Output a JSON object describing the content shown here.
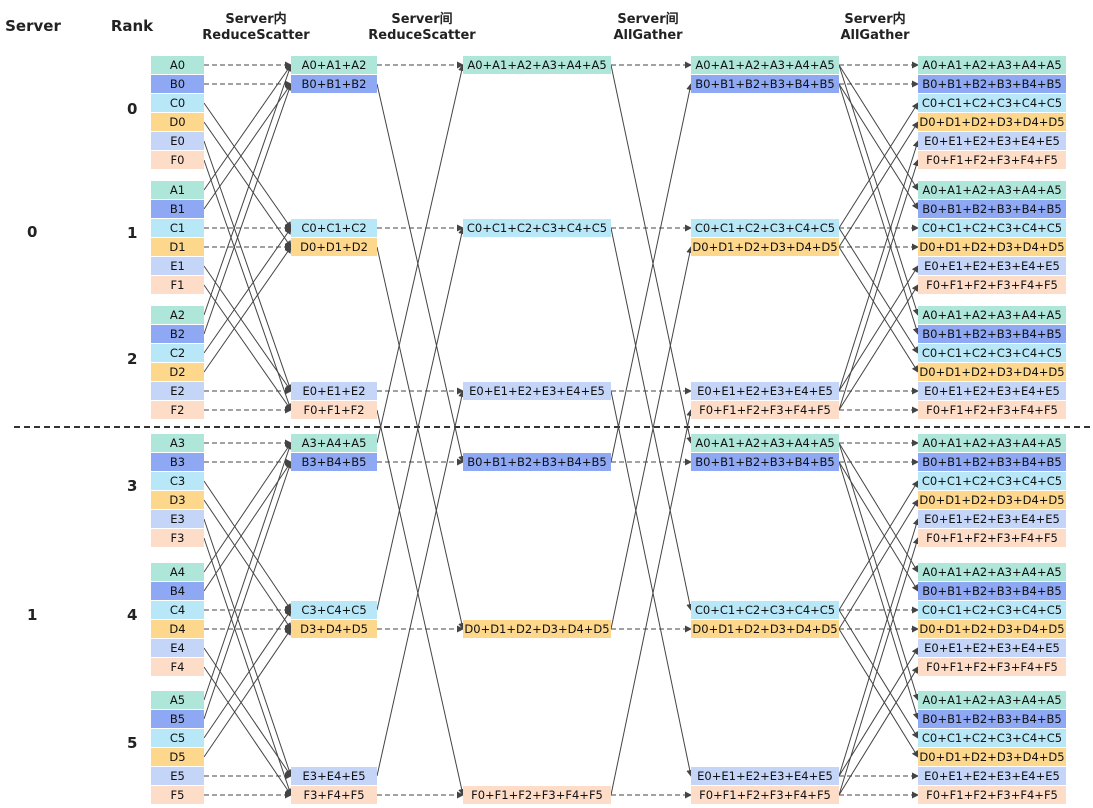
{
  "headers": {
    "server": "Server",
    "rank": "Rank",
    "stage1": [
      "Server内",
      "ReduceScatter"
    ],
    "stage2": [
      "Server间",
      "ReduceScatter"
    ],
    "stage3": [
      "Server间",
      "AllGather"
    ],
    "stage4": [
      "Server内",
      "AllGather"
    ]
  },
  "servers": [
    "0",
    "1"
  ],
  "ranks": [
    "0",
    "1",
    "2",
    "3",
    "4",
    "5"
  ],
  "colors": {
    "A": "#aee6da",
    "B": "#8ea8f4",
    "C": "#b8e8f8",
    "D": "#fdd78c",
    "E": "#c5d5f8",
    "F": "#fddcc8",
    "line": "#444444"
  },
  "columns": {
    "rank_data": [
      [
        "A0",
        "B0",
        "C0",
        "D0",
        "E0",
        "F0"
      ],
      [
        "A1",
        "B1",
        "C1",
        "D1",
        "E1",
        "F1"
      ],
      [
        "A2",
        "B2",
        "C2",
        "D2",
        "E2",
        "F2"
      ],
      [
        "A3",
        "B3",
        "C3",
        "D3",
        "E3",
        "F3"
      ],
      [
        "A4",
        "B4",
        "C4",
        "D4",
        "E4",
        "F4"
      ],
      [
        "A5",
        "B5",
        "C5",
        "D5",
        "E5",
        "F5"
      ]
    ],
    "intra_reduce_scatter": [
      {
        "rank": 0,
        "items": [
          [
            "A",
            "A0+A1+A2"
          ],
          [
            "B",
            "B0+B1+B2"
          ]
        ]
      },
      {
        "rank": 1,
        "items": [
          [
            "C",
            "C0+C1+C2"
          ],
          [
            "D",
            "D0+D1+D2"
          ]
        ]
      },
      {
        "rank": 2,
        "items": [
          [
            "E",
            "E0+E1+E2"
          ],
          [
            "F",
            "F0+F1+F2"
          ]
        ]
      },
      {
        "rank": 3,
        "items": [
          [
            "A",
            "A3+A4+A5"
          ],
          [
            "B",
            "B3+B4+B5"
          ]
        ]
      },
      {
        "rank": 4,
        "items": [
          [
            "C",
            "C3+C4+C5"
          ],
          [
            "D",
            "D3+D4+D5"
          ]
        ]
      },
      {
        "rank": 5,
        "items": [
          [
            "E",
            "E3+E4+E5"
          ],
          [
            "F",
            "F3+F4+F5"
          ]
        ]
      }
    ],
    "inter_reduce_scatter": [
      {
        "rank": 0,
        "row": 0,
        "color": "A",
        "label": "A0+A1+A2+A3+A4+A5"
      },
      {
        "rank": 1,
        "row": 2,
        "color": "C",
        "label": "C0+C1+C2+C3+C4+C5"
      },
      {
        "rank": 2,
        "row": 4,
        "color": "E",
        "label": "E0+E1+E2+E3+E4+E5"
      },
      {
        "rank": 3,
        "row": 1,
        "color": "B",
        "label": "B0+B1+B2+B3+B4+B5"
      },
      {
        "rank": 4,
        "row": 3,
        "color": "D",
        "label": "D0+D1+D2+D3+D4+D5"
      },
      {
        "rank": 5,
        "row": 5,
        "color": "F",
        "label": "F0+F1+F2+F3+F4+F5"
      }
    ],
    "inter_all_gather": [
      {
        "rank": 0,
        "items": [
          [
            "A",
            "A0+A1+A2+A3+A4+A5"
          ],
          [
            "B",
            "B0+B1+B2+B3+B4+B5"
          ]
        ]
      },
      {
        "rank": 1,
        "items": [
          [
            "C",
            "C0+C1+C2+C3+C4+C5"
          ],
          [
            "D",
            "D0+D1+D2+D3+D4+D5"
          ]
        ]
      },
      {
        "rank": 2,
        "items": [
          [
            "E",
            "E0+E1+E2+E3+E4+E5"
          ],
          [
            "F",
            "F0+F1+F2+F3+F4+F5"
          ]
        ]
      },
      {
        "rank": 3,
        "items": [
          [
            "A",
            "A0+A1+A2+A3+A4+A5"
          ],
          [
            "B",
            "B0+B1+B2+B3+B4+B5"
          ]
        ]
      },
      {
        "rank": 4,
        "items": [
          [
            "C",
            "C0+C1+C2+C3+C4+C5"
          ],
          [
            "D",
            "D0+D1+D2+D3+D4+D5"
          ]
        ]
      },
      {
        "rank": 5,
        "items": [
          [
            "E",
            "E0+E1+E2+E3+E4+E5"
          ],
          [
            "F",
            "F0+F1+F2+F3+F4+F5"
          ]
        ]
      }
    ],
    "full_sums": [
      "A0+A1+A2+A3+A4+A5",
      "B0+B1+B2+B3+B4+B5",
      "C0+C1+C2+C3+C4+C5",
      "D0+D1+D2+D3+D4+D5",
      "E0+E1+E2+E3+E4+E5",
      "F0+F1+F2+F3+F4+F5"
    ]
  }
}
